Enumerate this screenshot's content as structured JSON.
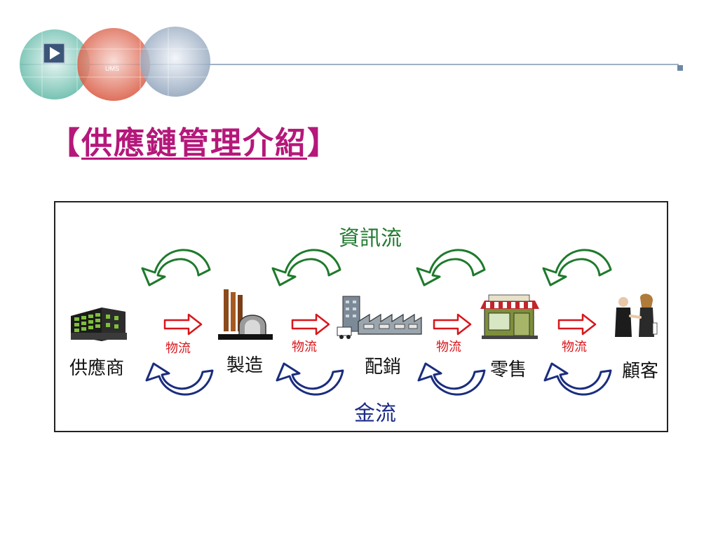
{
  "title": {
    "open_bracket": "【",
    "text": "供應鏈管理介紹",
    "close_bracket": "】"
  },
  "header": {
    "logo_text": "UMS"
  },
  "diagram": {
    "info_flow_label": "資訊流",
    "money_flow_label": "金流",
    "logistics_label": "物流",
    "stages": [
      {
        "name": "供應商",
        "icon": "office-building-icon"
      },
      {
        "name": "製造",
        "icon": "factory-icon"
      },
      {
        "name": "配銷",
        "icon": "warehouse-icon"
      },
      {
        "name": "零售",
        "icon": "store-icon"
      },
      {
        "name": "顧客",
        "icon": "handshake-icon"
      }
    ],
    "colors": {
      "title": "#b5177a",
      "info_flow": "#1f7a2e",
      "money_flow": "#1b2a86",
      "logistics": "#d8161b"
    }
  }
}
